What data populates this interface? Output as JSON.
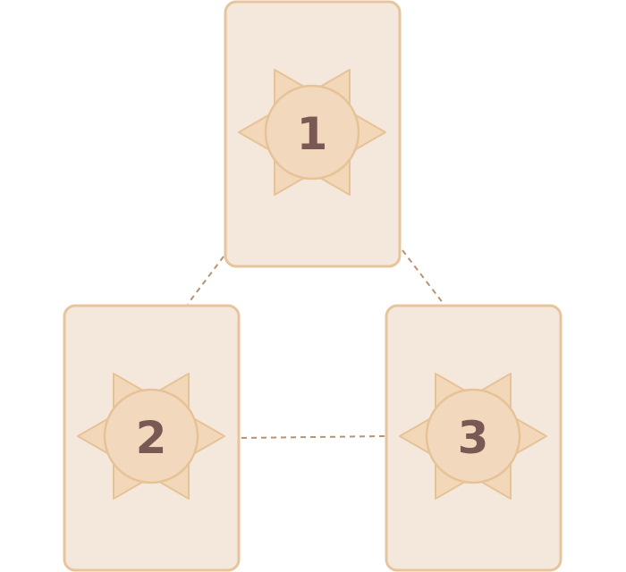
{
  "colors": {
    "background": "#ffffff",
    "card_fill": "#f4e8dc",
    "card_border": "#e8c49c",
    "star_fill": "#f2d7b8",
    "star_border": "#e6c297",
    "circle_fill": "#f2d9bd",
    "number_color": "#7a5955",
    "connector_color": "#b89273"
  },
  "cards": [
    {
      "number": "1",
      "sun_icon": "sun-star-icon"
    },
    {
      "number": "2",
      "sun_icon": "sun-star-icon"
    },
    {
      "number": "3",
      "sun_icon": "sun-star-icon"
    }
  ],
  "connectors": [
    {
      "from": "1",
      "to": "2",
      "style": "dashed"
    },
    {
      "from": "1",
      "to": "3",
      "style": "dashed"
    },
    {
      "from": "2",
      "to": "3",
      "style": "dashed"
    }
  ]
}
